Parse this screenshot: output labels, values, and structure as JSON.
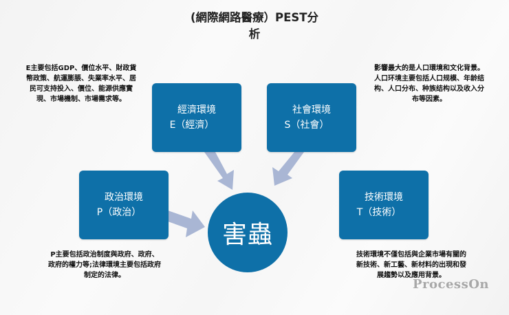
{
  "title": {
    "line1": "(網際網路醫療）PEST分",
    "line2": "析"
  },
  "center": {
    "label": "害蟲"
  },
  "factors": {
    "economic": {
      "title": "經濟環境",
      "subtitle": "E（經濟）",
      "description": [
        "E主要包括GDP、價位水平、財政貨",
        "幣政策、航運膨脹、失業率水平、居",
        "民可支持投入、價位、能源供應實",
        "現、市場機制、市場需求等。"
      ]
    },
    "social": {
      "title": "社會環境",
      "subtitle": "S（社會）",
      "description": [
        "影響最大的是人口環境和文化背景。",
        "人口环境主要包括人口规模、年龄结",
        "构、人口分布、种族结构以及收入分",
        "布等因素。"
      ]
    },
    "political": {
      "title": "政治環境",
      "subtitle": "P（政治）",
      "description": [
        "P主要包括政治制度與政府、政府、",
        "政府的權力等;法律環境主要包括政府",
        "制定的法律。"
      ]
    },
    "technological": {
      "title": "技術環境",
      "subtitle": "T（技術）",
      "description": [
        "技術環境不僅包括與企業市場有關的",
        "新技術、新工藝、新材料的出現和發",
        "展趨勢以及應用背景。"
      ]
    }
  },
  "colors": {
    "box": "#0e70a8",
    "arrow": "#a9b6d4",
    "text": "#111111"
  },
  "watermark": "ProcessOn"
}
